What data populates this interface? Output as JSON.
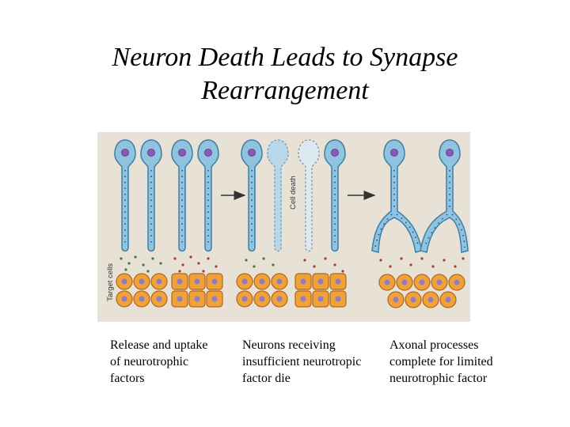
{
  "slide": {
    "title_lines": [
      "Neuron Death Leads to Synapse",
      "Rearrangement"
    ]
  },
  "figure": {
    "labels": {
      "target_cells": "Target cells",
      "cell_death": "Cell death"
    },
    "colors": {
      "panel_background": "#e7e1d6",
      "neuron_fill": "#8fc3df",
      "neuron_stroke": "#3d7fa7",
      "dead_neuron_fill": "#dde9f0",
      "dead_neuron_stroke": "#7a8a96",
      "nucleus": "#8a5cb8",
      "target_cell_fill": "#f0a23a",
      "target_cell_stroke": "#b3651a",
      "target_nucleus": "#8f7cc4",
      "factor_dot_red": "#a33a2e",
      "factor_dot_green": "#3f7a3a",
      "arrow": "#333333"
    }
  },
  "captions": [
    {
      "lines": [
        "Release and uptake",
        "of neurotrophic",
        "factors"
      ]
    },
    {
      "lines": [
        "Neurons receiving",
        "insufficient neurotropic",
        "factor die"
      ]
    },
    {
      "lines": [
        "Axonal processes",
        "complete for limited",
        "neurotrophic factor"
      ]
    }
  ]
}
